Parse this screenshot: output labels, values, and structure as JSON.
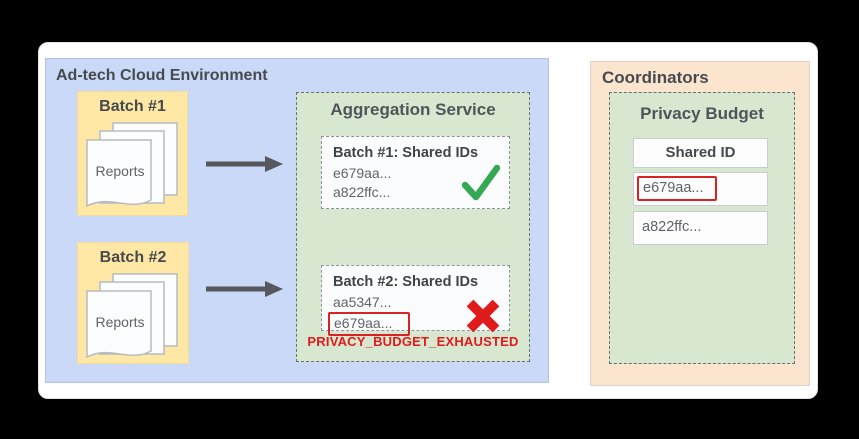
{
  "adtech_env": {
    "title": "Ad-tech Cloud Environment",
    "batches": [
      {
        "label": "Batch #1",
        "doc_label": "Reports"
      },
      {
        "label": "Batch #2",
        "doc_label": "Reports"
      }
    ],
    "aggregation": {
      "title": "Aggregation Service",
      "results": [
        {
          "title": "Batch #1: Shared IDs",
          "ids": [
            "e679aa...",
            "a822ffc..."
          ],
          "status": "success",
          "status_icon": "green-checkmark-icon",
          "highlighted_id": null
        },
        {
          "title": "Batch #2: Shared IDs",
          "ids": [
            "aa5347...",
            "e679aa..."
          ],
          "status": "rejected",
          "status_icon": "red-x-icon",
          "highlighted_id": "e679aa..."
        }
      ],
      "error_label": "PRIVACY_BUDGET_EXHAUSTED"
    }
  },
  "coordinators": {
    "title": "Coordinators",
    "privacy_budget": {
      "title": "Privacy Budget",
      "table": {
        "header": "Shared ID",
        "rows": [
          {
            "id": "e679aa...",
            "highlighted": true
          },
          {
            "id": "a822ffc...",
            "highlighted": false
          }
        ]
      }
    }
  },
  "colors": {
    "adtech_bg": "#c9d9f7",
    "batch_bg": "#ffe8a6",
    "service_bg": "#d8e7d0",
    "coordinators_bg": "#fbe5cf",
    "error_red": "#e01b1b",
    "highlight_red": "#d62323",
    "success_green": "#34a853",
    "arrow_gray": "#55585c",
    "title_text": "#46494d",
    "body_text": "#5f6368"
  }
}
